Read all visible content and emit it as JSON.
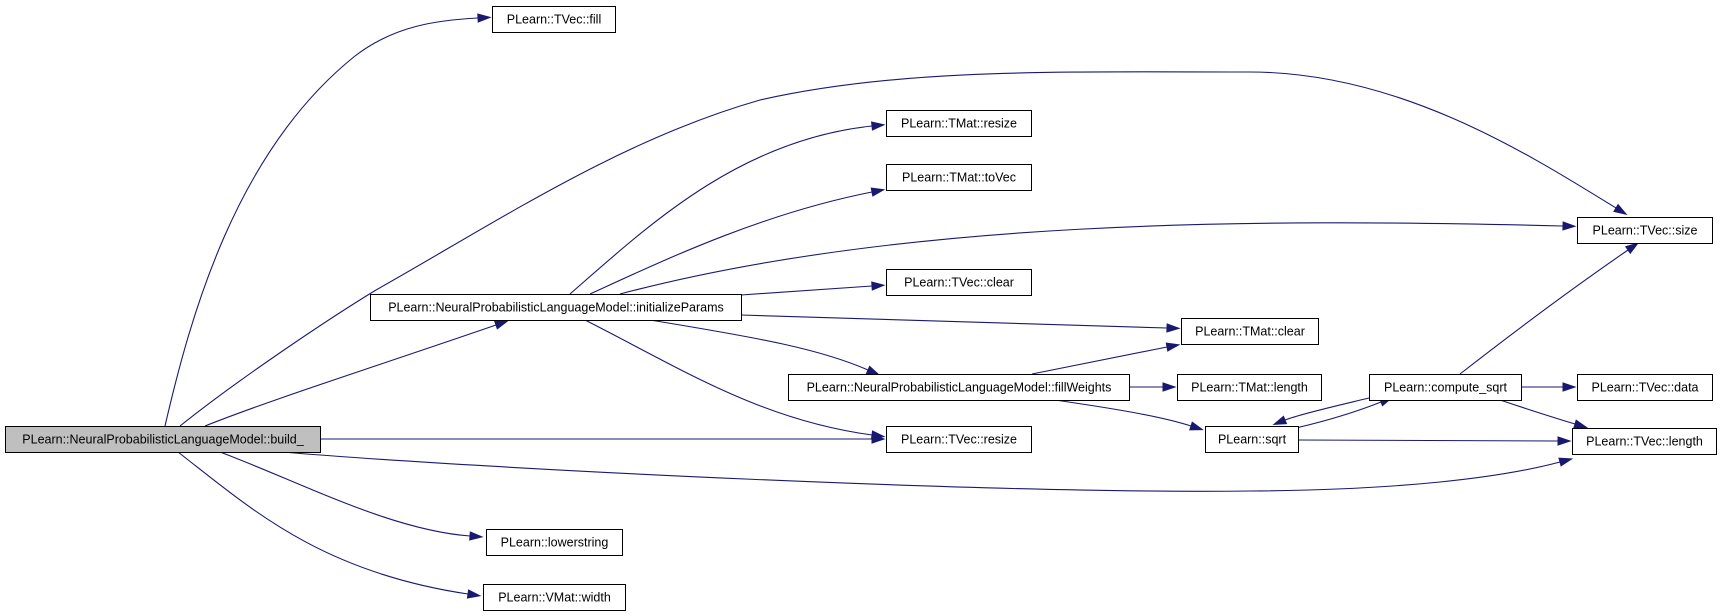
{
  "graph": {
    "root": "build_",
    "nodes": [
      {
        "id": "build_",
        "label": "PLearn::NeuralProbabilisticLanguageModel::build_",
        "root": true
      },
      {
        "id": "tvec_fill",
        "label": "PLearn::TVec::fill"
      },
      {
        "id": "tmat_resize",
        "label": "PLearn::TMat::resize"
      },
      {
        "id": "tmat_tovec",
        "label": "PLearn::TMat::toVec"
      },
      {
        "id": "tvec_size",
        "label": "PLearn::TVec::size"
      },
      {
        "id": "tvec_clear",
        "label": "PLearn::TVec::clear"
      },
      {
        "id": "initparams",
        "label": "PLearn::NeuralProbabilisticLanguageModel::initializeParams"
      },
      {
        "id": "tmat_clear",
        "label": "PLearn::TMat::clear"
      },
      {
        "id": "fillweights",
        "label": "PLearn::NeuralProbabilisticLanguageModel::fillWeights"
      },
      {
        "id": "tmat_length",
        "label": "PLearn::TMat::length"
      },
      {
        "id": "compute_sqrt",
        "label": "PLearn::compute_sqrt"
      },
      {
        "id": "tvec_data",
        "label": "PLearn::TVec::data"
      },
      {
        "id": "tvec_resize",
        "label": "PLearn::TVec::resize"
      },
      {
        "id": "sqrt",
        "label": "PLearn::sqrt"
      },
      {
        "id": "tvec_length",
        "label": "PLearn::TVec::length"
      },
      {
        "id": "lowerstring",
        "label": "PLearn::lowerstring"
      },
      {
        "id": "vmat_width",
        "label": "PLearn::VMat::width"
      }
    ],
    "edges": [
      {
        "from": "build_",
        "to": "tvec_fill"
      },
      {
        "from": "build_",
        "to": "tvec_size"
      },
      {
        "from": "build_",
        "to": "initparams"
      },
      {
        "from": "build_",
        "to": "tvec_resize"
      },
      {
        "from": "build_",
        "to": "tvec_length"
      },
      {
        "from": "build_",
        "to": "lowerstring"
      },
      {
        "from": "build_",
        "to": "vmat_width"
      },
      {
        "from": "initparams",
        "to": "tmat_resize"
      },
      {
        "from": "initparams",
        "to": "tmat_tovec"
      },
      {
        "from": "initparams",
        "to": "tvec_size"
      },
      {
        "from": "initparams",
        "to": "tvec_clear"
      },
      {
        "from": "initparams",
        "to": "tmat_clear"
      },
      {
        "from": "initparams",
        "to": "fillweights"
      },
      {
        "from": "initparams",
        "to": "tvec_resize"
      },
      {
        "from": "fillweights",
        "to": "tmat_clear"
      },
      {
        "from": "fillweights",
        "to": "tmat_length"
      },
      {
        "from": "fillweights",
        "to": "sqrt"
      },
      {
        "from": "compute_sqrt",
        "to": "tvec_size"
      },
      {
        "from": "compute_sqrt",
        "to": "tvec_data"
      },
      {
        "from": "compute_sqrt",
        "to": "tvec_length"
      },
      {
        "from": "compute_sqrt",
        "to": "sqrt"
      },
      {
        "from": "sqrt",
        "to": "compute_sqrt"
      },
      {
        "from": "sqrt",
        "to": "tvec_length"
      }
    ]
  },
  "colors": {
    "edge": "#191970",
    "root_fill": "#bfbfbf",
    "node_fill": "#ffffff",
    "node_border": "#000000"
  }
}
